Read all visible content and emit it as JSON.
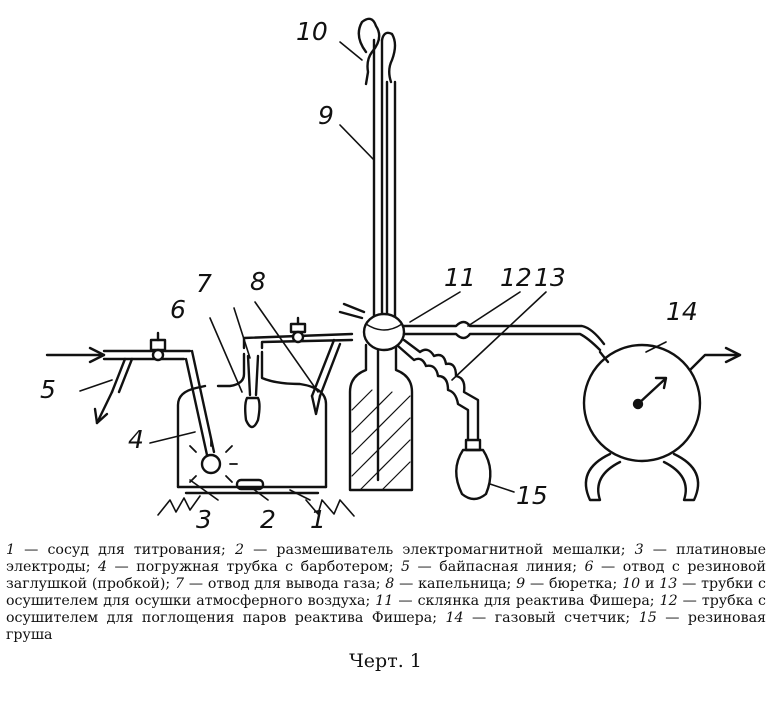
{
  "labels": {
    "l1": "1",
    "l2": "2",
    "l3": "3",
    "l4": "4",
    "l5": "5",
    "l6": "6",
    "l7": "7",
    "l8": "8",
    "l9": "9",
    "l10": "10",
    "l11": "11",
    "l12": "12",
    "l13": "13",
    "l14": "14",
    "l15": "15"
  },
  "legend": [
    {
      "num": "1",
      "text": " — сосуд для титрования; "
    },
    {
      "num": "2",
      "text": " — размешиватель электромагнитной мешалки; "
    },
    {
      "num": "3",
      "text": " — платиновые электроды; "
    },
    {
      "num": "4",
      "text": " — погружная трубка с барботером; "
    },
    {
      "num": "5",
      "text": " — байпасная линия; "
    },
    {
      "num": "6",
      "text": " — отвод с резиновой заглушкой (пробкой); "
    },
    {
      "num": "7",
      "text": " — отвод для вывода газа; "
    },
    {
      "num": "8",
      "text": " — капельница; "
    },
    {
      "num": "9",
      "text": " — бюретка; "
    },
    {
      "num": "10",
      "text": " и "
    },
    {
      "num": "13",
      "text": " — трубки с осушителем для осушки атмосферного воздуха; "
    },
    {
      "num": "11",
      "text": " — склянка для реактива Фишера; "
    },
    {
      "num": "12",
      "text": " — трубка с осушителем для поглощения паров реактива Фишера; "
    },
    {
      "num": "14",
      "text": " — газовый счетчик; "
    },
    {
      "num": "15",
      "text": " — резиновая груша"
    }
  ],
  "caption": "Черт. 1"
}
